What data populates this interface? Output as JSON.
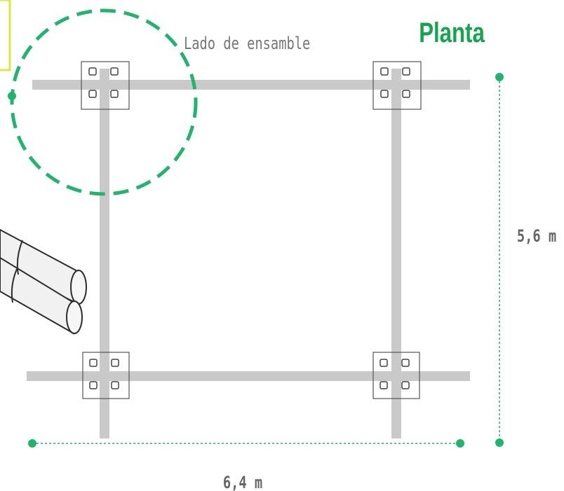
{
  "title": "Planta",
  "assembly_label": "Lado de ensamble",
  "dimensions": {
    "height": "5,6 m",
    "width": "6,4 m"
  },
  "colors": {
    "accent": "#1fb56f",
    "title": "#12a64e",
    "beam": "#c9c9c9",
    "label_gray": "#777777"
  }
}
